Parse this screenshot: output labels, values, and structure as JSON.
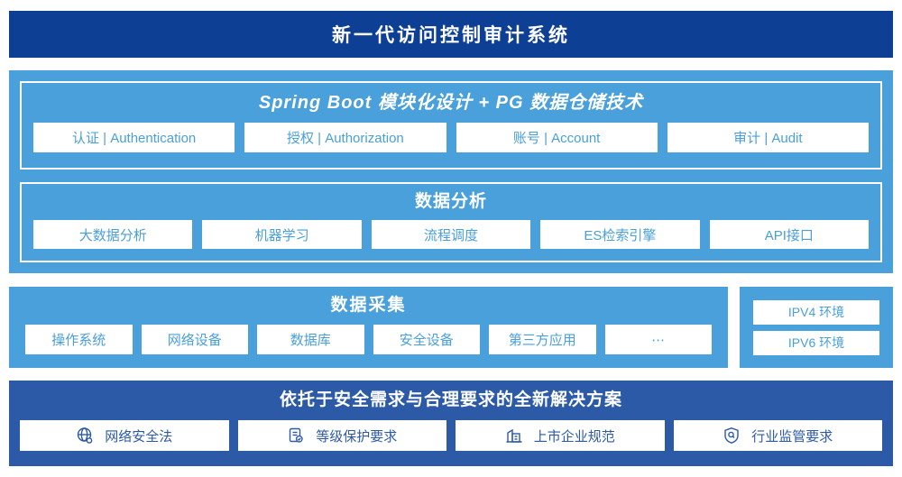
{
  "banner": {
    "title": "新一代访问控制审计系统"
  },
  "platform": {
    "spring_boot": {
      "title": "Spring Boot 模块化设计 + PG 数据仓储技术",
      "modules": [
        "认证 | Authentication",
        "授权 | Authorization",
        "账号 | Account",
        "审计 | Audit"
      ]
    },
    "data_analysis": {
      "title": "数据分析",
      "modules": [
        "大数据分析",
        "机器学习",
        "流程调度",
        "ES检索引擎",
        "API接口"
      ]
    }
  },
  "data_collection": {
    "title": "数据采集",
    "sources": [
      "操作系统",
      "网络设备",
      "数据库",
      "安全设备",
      "第三方应用",
      "⋯"
    ]
  },
  "environments": {
    "items": [
      "IPV4 环境",
      "IPV6 环境"
    ]
  },
  "solution": {
    "title": "依托于安全需求与合理要求的全新解决方案",
    "items": [
      {
        "icon": "globe-icon",
        "label": "网络安全法"
      },
      {
        "icon": "document-check-icon",
        "label": "等级保护要求"
      },
      {
        "icon": "building-icon",
        "label": "上市企业规范"
      },
      {
        "icon": "shield-search-icon",
        "label": "行业监管要求"
      }
    ]
  },
  "colors": {
    "deep_blue": "#0d3f94",
    "light_blue": "#4aa0da",
    "mid_blue": "#2d5aa6",
    "box_text_blue": "#4a9fd8",
    "white": "#ffffff"
  }
}
